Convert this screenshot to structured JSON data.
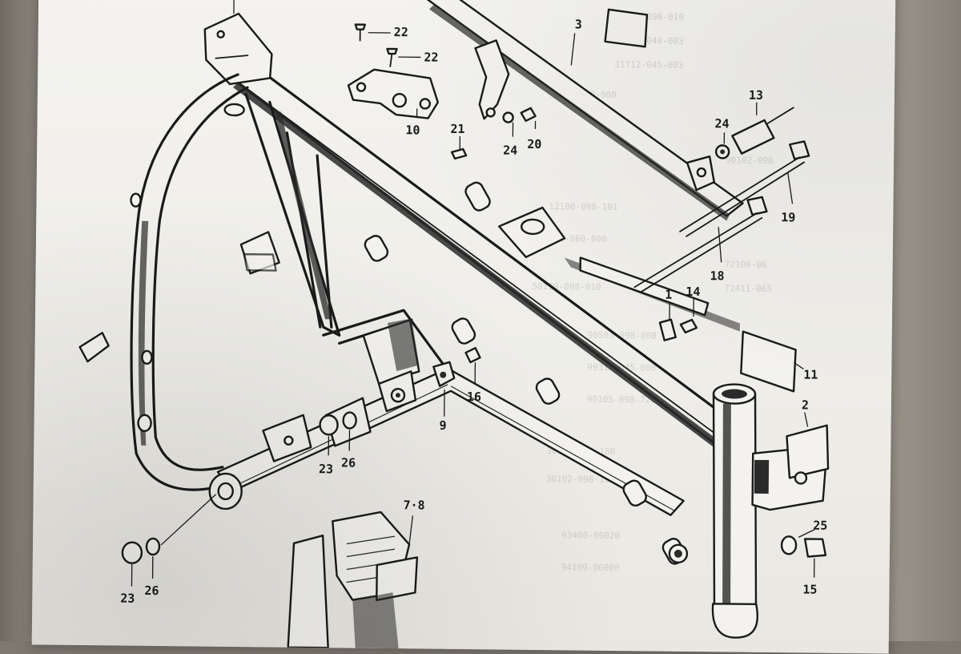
{
  "diagram": {
    "callouts": [
      {
        "id": "c22a",
        "text": "22"
      },
      {
        "id": "c22b",
        "text": "22"
      },
      {
        "id": "c3",
        "text": "3"
      },
      {
        "id": "c10",
        "text": "10"
      },
      {
        "id": "c21",
        "text": "21"
      },
      {
        "id": "c24a",
        "text": "24"
      },
      {
        "id": "c20",
        "text": "20"
      },
      {
        "id": "c13",
        "text": "13"
      },
      {
        "id": "c24b",
        "text": "24"
      },
      {
        "id": "c19",
        "text": "19"
      },
      {
        "id": "c18",
        "text": "18"
      },
      {
        "id": "c1",
        "text": "1"
      },
      {
        "id": "c14",
        "text": "14"
      },
      {
        "id": "c11",
        "text": "11"
      },
      {
        "id": "c16",
        "text": "16"
      },
      {
        "id": "c9",
        "text": "9"
      },
      {
        "id": "c2",
        "text": "2"
      },
      {
        "id": "c23a",
        "text": "23"
      },
      {
        "id": "c26a",
        "text": "26"
      },
      {
        "id": "c78",
        "text": "7·8"
      },
      {
        "id": "c25",
        "text": "25"
      },
      {
        "id": "c15",
        "text": "15"
      },
      {
        "id": "c23b",
        "text": "23"
      },
      {
        "id": "c26b",
        "text": "26"
      }
    ],
    "colors": {
      "paper": "#f1f0ec",
      "ink": "#1a1a1a",
      "backdrop": "#7d7870"
    }
  }
}
